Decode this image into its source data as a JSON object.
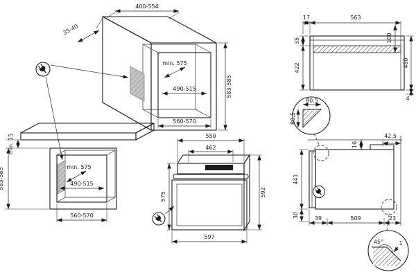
{
  "colors": {
    "line": "#1a1a1a",
    "hatch_fill": "#c6c6c6",
    "background": "#ffffff"
  },
  "icons": {
    "power_plug": "power-plug-icon"
  },
  "drawing": {
    "tall_cabinet": {
      "top_depth": "400-554",
      "wall_gap": "35-40",
      "niche_height": "583-585",
      "min_depth": "min. 575",
      "inner_width": "490-515",
      "niche_width": "560-570"
    },
    "base_cabinet": {
      "top_clearance": "min. 15",
      "niche_height": "583-585",
      "min_depth": "min. 575",
      "inner_width": "490-515",
      "niche_width": "560-570"
    },
    "oven": {
      "body_width": "550",
      "cavity_width": "462",
      "body_height": "575",
      "total_height": "592",
      "front_width": "597"
    },
    "front_view": {
      "side_gap": "17",
      "body_width": "563",
      "trim_height": "100",
      "top_offset": "35",
      "lower_height": "422",
      "total_height": "480",
      "bottom_gap": "4"
    },
    "corner_detail": {
      "horizontal": "80,5",
      "vertical": "80,5"
    },
    "side_view": {
      "top_gap": "16",
      "rear_top_gap": "42,5",
      "body_height": "441",
      "plinth_height": "30",
      "front_depth": "39",
      "body_depth": "509",
      "rear_gap": "23"
    },
    "chamfer_detail": {
      "angle": "45°",
      "edge": "1"
    }
  }
}
